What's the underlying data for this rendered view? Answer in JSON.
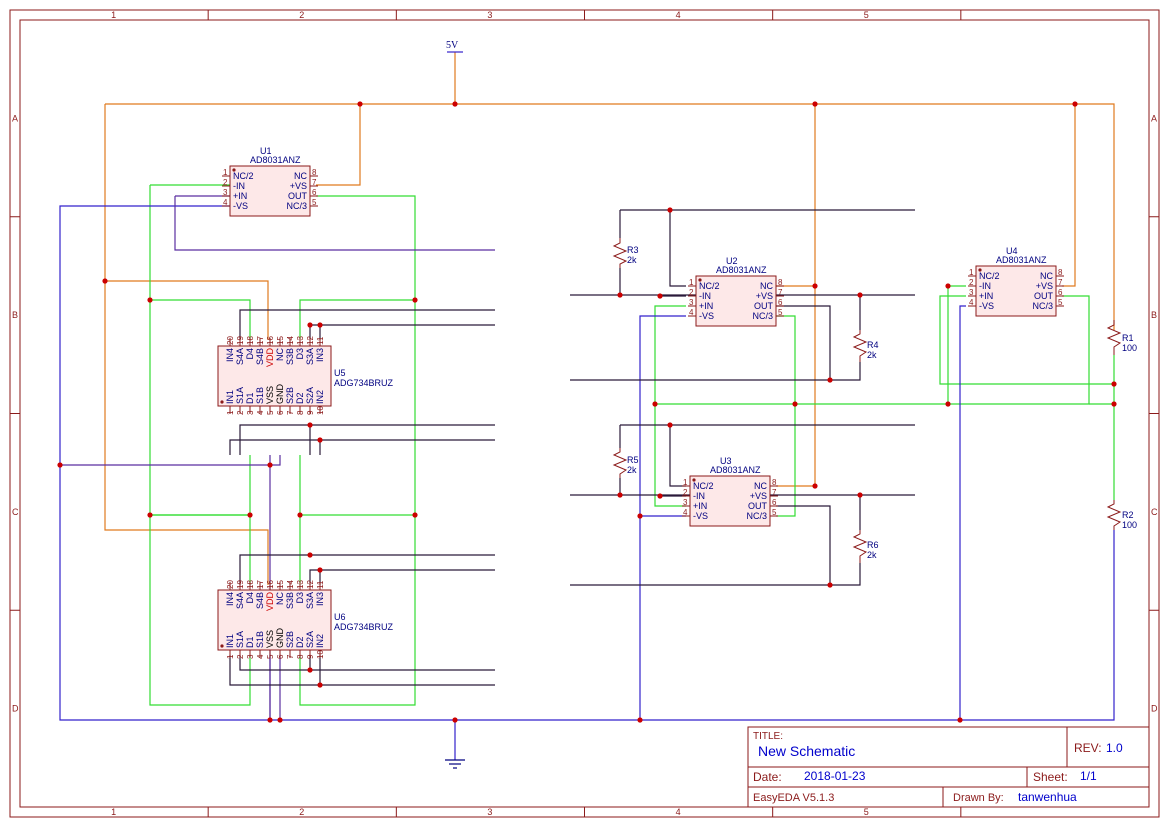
{
  "frame": {
    "col_labels": [
      "1",
      "2",
      "3",
      "4",
      "5"
    ],
    "row_labels": [
      "A",
      "B",
      "C",
      "D"
    ]
  },
  "power": {
    "vcc_label": "5V"
  },
  "components": {
    "U1": {
      "ref": "U1",
      "value": "AD8031ANZ",
      "left_pins": [
        "NC/2",
        "-IN",
        "+IN",
        "-VS"
      ],
      "left_nums": [
        "1",
        "2",
        "3",
        "4"
      ],
      "right_pins": [
        "NC",
        "+VS",
        "OUT",
        "NC/3"
      ],
      "right_nums": [
        "8",
        "7",
        "6",
        "5"
      ]
    },
    "U2": {
      "ref": "U2",
      "value": "AD8031ANZ",
      "left_pins": [
        "NC/2",
        "-IN",
        "+IN",
        "-VS"
      ],
      "left_nums": [
        "1",
        "2",
        "3",
        "4"
      ],
      "right_pins": [
        "NC",
        "+VS",
        "OUT",
        "NC/3"
      ],
      "right_nums": [
        "8",
        "7",
        "6",
        "5"
      ]
    },
    "U3": {
      "ref": "U3",
      "value": "AD8031ANZ",
      "left_pins": [
        "NC/2",
        "-IN",
        "+IN",
        "-VS"
      ],
      "left_nums": [
        "1",
        "2",
        "3",
        "4"
      ],
      "right_pins": [
        "NC",
        "+VS",
        "OUT",
        "NC/3"
      ],
      "right_nums": [
        "8",
        "7",
        "6",
        "5"
      ]
    },
    "U4": {
      "ref": "U4",
      "value": "AD8031ANZ",
      "left_pins": [
        "NC/2",
        "-IN",
        "+IN",
        "-VS"
      ],
      "left_nums": [
        "1",
        "2",
        "3",
        "4"
      ],
      "right_pins": [
        "NC",
        "+VS",
        "OUT",
        "NC/3"
      ],
      "right_nums": [
        "8",
        "7",
        "6",
        "5"
      ]
    },
    "U5": {
      "ref": "U5",
      "value": "ADG734BRUZ",
      "top_pins": [
        "IN4",
        "S4A",
        "D4",
        "S4B",
        "VDD",
        "NC",
        "S3B",
        "D3",
        "S3A",
        "IN3"
      ],
      "top_nums": [
        "20",
        "19",
        "18",
        "17",
        "16",
        "15",
        "14",
        "13",
        "12",
        "11"
      ],
      "bottom_pins": [
        "IN1",
        "S1A",
        "D1",
        "S1B",
        "VSS",
        "GND",
        "S2B",
        "D2",
        "S2A",
        "IN2"
      ],
      "bottom_nums": [
        "1",
        "2",
        "3",
        "4",
        "5",
        "6",
        "7",
        "8",
        "9",
        "10"
      ]
    },
    "U6": {
      "ref": "U6",
      "value": "ADG734BRUZ",
      "top_pins": [
        "IN4",
        "S4A",
        "D4",
        "S4B",
        "VDD",
        "NC",
        "S3B",
        "D3",
        "S3A",
        "IN3"
      ],
      "top_nums": [
        "20",
        "19",
        "18",
        "17",
        "16",
        "15",
        "14",
        "13",
        "12",
        "11"
      ],
      "bottom_pins": [
        "IN1",
        "S1A",
        "D1",
        "S1B",
        "VSS",
        "GND",
        "S2B",
        "D2",
        "S2A",
        "IN2"
      ],
      "bottom_nums": [
        "1",
        "2",
        "3",
        "4",
        "5",
        "6",
        "7",
        "8",
        "9",
        "10"
      ]
    },
    "R1": {
      "ref": "R1",
      "value": "100"
    },
    "R2": {
      "ref": "R2",
      "value": "100"
    },
    "R3": {
      "ref": "R3",
      "value": "2k"
    },
    "R4": {
      "ref": "R4",
      "value": "2k"
    },
    "R5": {
      "ref": "R5",
      "value": "2k"
    },
    "R6": {
      "ref": "R6",
      "value": "2k"
    }
  },
  "title_block": {
    "title_label": "TITLE:",
    "title": "New Schematic",
    "rev_label": "REV:",
    "rev": "1.0",
    "date_label": "Date:",
    "date": "2018-01-23",
    "sheet_label": "Sheet:",
    "sheet": "1/1",
    "tool": "EasyEDA V5.1.3",
    "drawn_label": "Drawn By:",
    "drawn_by": "tanwenhua"
  }
}
